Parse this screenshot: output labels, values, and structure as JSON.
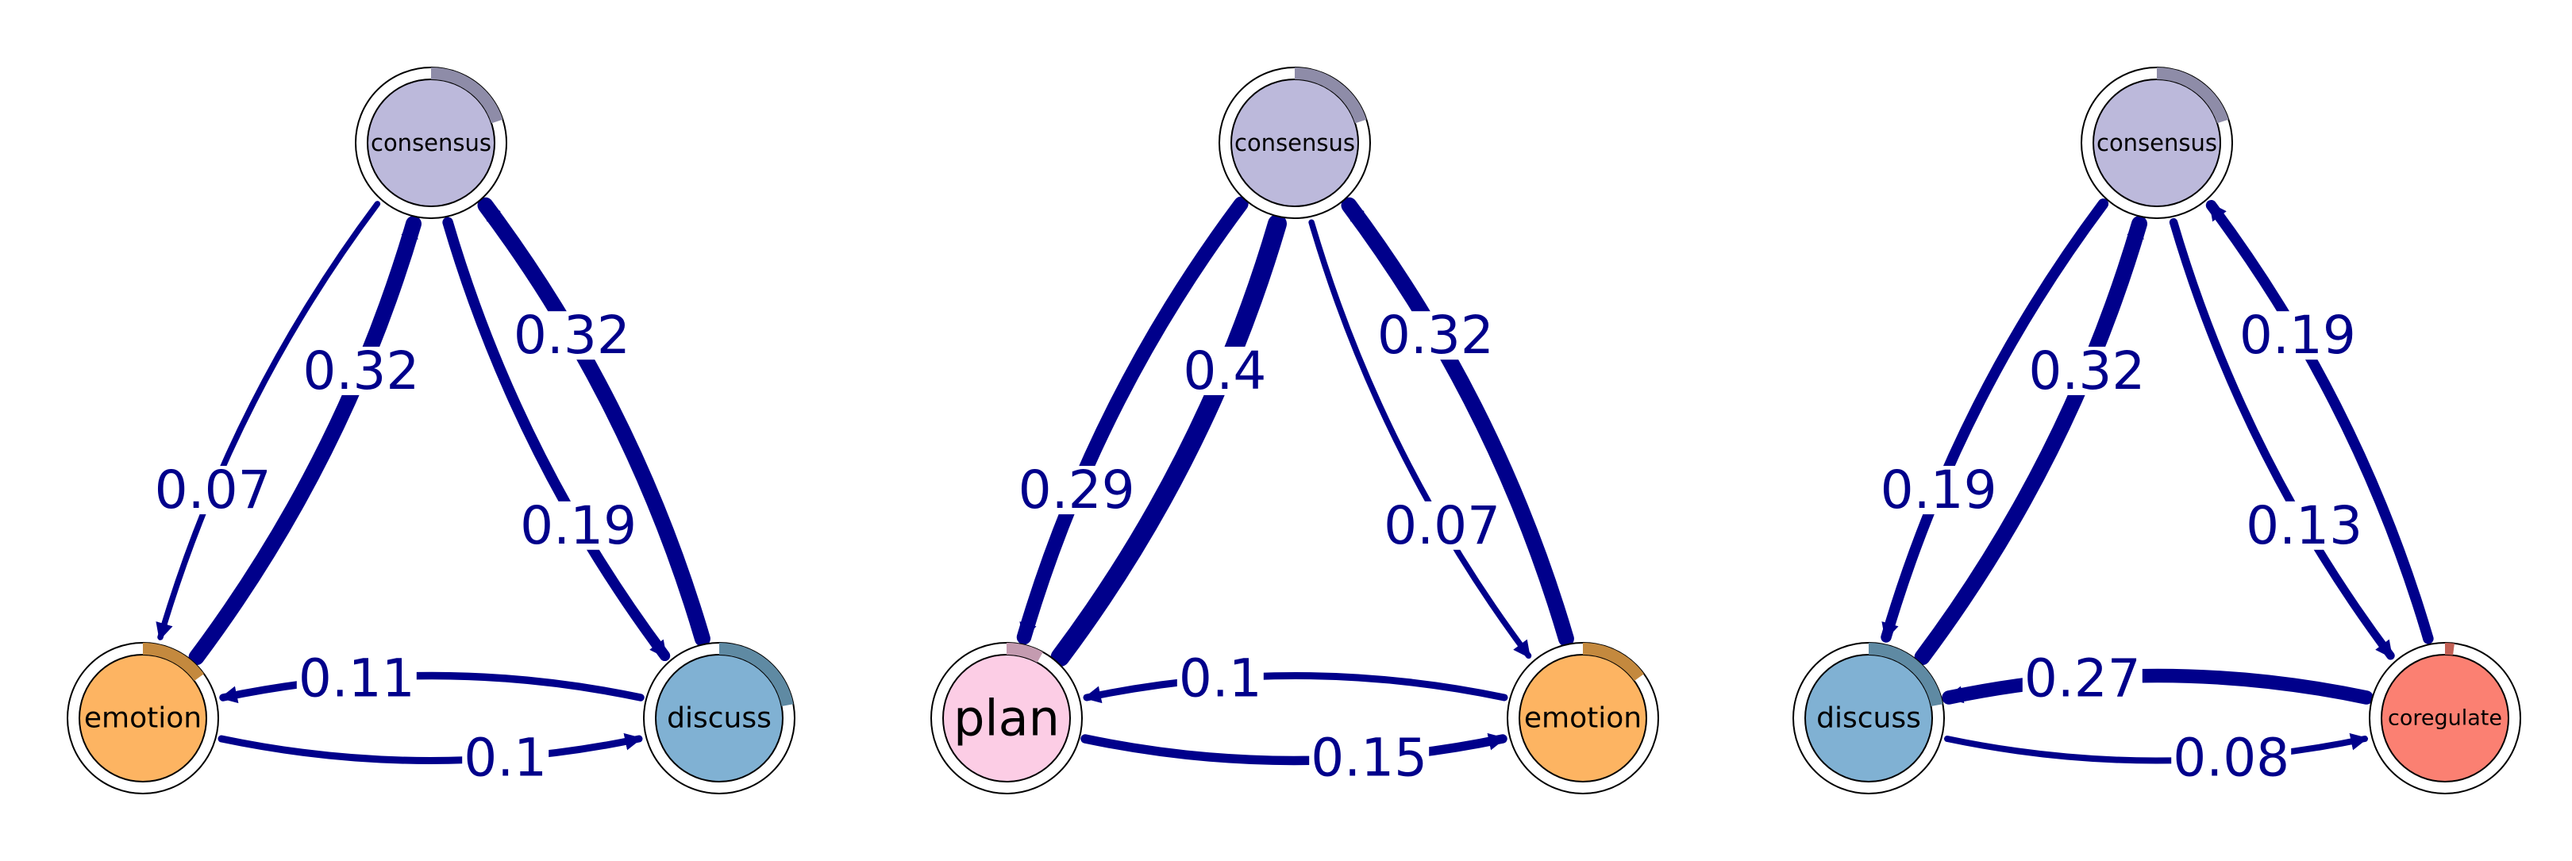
{
  "colors": {
    "edge": "#00008b",
    "ring_fill": "#ffffff",
    "ring_stroke": "#000000"
  },
  "diagrams": [
    {
      "nodes": [
        {
          "id": "consensus",
          "label": "consensus",
          "color": "#bcb9db",
          "arc_color": "#8e8ca8",
          "arc": 0.2
        },
        {
          "id": "emotion",
          "label": "emotion",
          "color": "#fdb462",
          "arc_color": "#c4893e",
          "arc": 0.15
        },
        {
          "id": "discuss",
          "label": "discuss",
          "color": "#80b1d3",
          "arc_color": "#5f8aa3",
          "arc": 0.22
        }
      ],
      "edges": [
        {
          "from": "consensus",
          "to": "emotion",
          "weight": 0.07,
          "label": "0.07"
        },
        {
          "from": "emotion",
          "to": "consensus",
          "weight": 0.32,
          "label": "0.32"
        },
        {
          "from": "consensus",
          "to": "discuss",
          "weight": 0.19,
          "label": "0.19"
        },
        {
          "from": "discuss",
          "to": "consensus",
          "weight": 0.32,
          "label": "0.32"
        },
        {
          "from": "discuss",
          "to": "emotion",
          "weight": 0.11,
          "label": "0.11"
        },
        {
          "from": "emotion",
          "to": "discuss",
          "weight": 0.1,
          "label": "0.1"
        }
      ]
    },
    {
      "nodes": [
        {
          "id": "consensus",
          "label": "consensus",
          "color": "#bcb9db",
          "arc_color": "#8e8ca8",
          "arc": 0.2
        },
        {
          "id": "plan",
          "label": "plan",
          "color": "#fccde5",
          "arc_color": "#c49bb0",
          "arc": 0.08
        },
        {
          "id": "emotion",
          "label": "emotion",
          "color": "#fdb462",
          "arc_color": "#c4893e",
          "arc": 0.15
        }
      ],
      "edges": [
        {
          "from": "plan",
          "to": "consensus",
          "weight": 0.4,
          "label": "0.4"
        },
        {
          "from": "consensus",
          "to": "plan",
          "weight": 0.29,
          "label": "0.29"
        },
        {
          "from": "consensus",
          "to": "emotion",
          "weight": 0.07,
          "label": "0.07"
        },
        {
          "from": "emotion",
          "to": "consensus",
          "weight": 0.32,
          "label": "0.32"
        },
        {
          "from": "emotion",
          "to": "plan",
          "weight": 0.1,
          "label": "0.1"
        },
        {
          "from": "plan",
          "to": "emotion",
          "weight": 0.15,
          "label": "0.15"
        }
      ]
    },
    {
      "nodes": [
        {
          "id": "consensus",
          "label": "consensus",
          "color": "#bcb9db",
          "arc_color": "#8e8ca8",
          "arc": 0.2
        },
        {
          "id": "discuss",
          "label": "discuss",
          "color": "#80b1d3",
          "arc_color": "#5f8aa3",
          "arc": 0.22
        },
        {
          "id": "coregulate",
          "label": "coregulate",
          "color": "#fb8072",
          "arc_color": "#c26055",
          "arc": 0.02
        }
      ],
      "edges": [
        {
          "from": "consensus",
          "to": "discuss",
          "weight": 0.19,
          "label": "0.19"
        },
        {
          "from": "discuss",
          "to": "consensus",
          "weight": 0.32,
          "label": "0.32"
        },
        {
          "from": "consensus",
          "to": "coregulate",
          "weight": 0.13,
          "label": "0.13"
        },
        {
          "from": "coregulate",
          "to": "consensus",
          "weight": 0.19,
          "label": "0.19"
        },
        {
          "from": "coregulate",
          "to": "discuss",
          "weight": 0.27,
          "label": "0.27"
        },
        {
          "from": "discuss",
          "to": "coregulate",
          "weight": 0.08,
          "label": "0.08"
        }
      ]
    }
  ]
}
